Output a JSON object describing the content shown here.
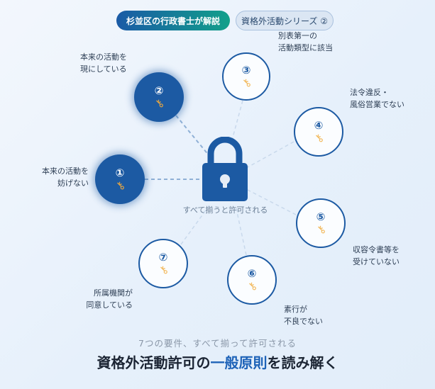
{
  "header": {
    "badge": "杉並区の行政書士が解説",
    "series": "資格外活動シリーズ ②"
  },
  "center": {
    "icon": "lock-icon",
    "caption": "すべて揃うと許可される"
  },
  "requirements": [
    {
      "num": "①",
      "lines": [
        "本来の活動を",
        "妨げない"
      ],
      "highlighted": true
    },
    {
      "num": "②",
      "lines": [
        "本来の活動を",
        "現にしている"
      ],
      "highlighted": true
    },
    {
      "num": "③",
      "lines": [
        "別表第一の",
        "活動類型に該当"
      ],
      "highlighted": false
    },
    {
      "num": "④",
      "lines": [
        "法令違反・",
        "風俗営業でない"
      ],
      "highlighted": false
    },
    {
      "num": "⑤",
      "lines": [
        "収容令書等を",
        "受けていない"
      ],
      "highlighted": false
    },
    {
      "num": "⑥",
      "lines": [
        "素行が",
        "不良でない"
      ],
      "highlighted": false
    },
    {
      "num": "⑦",
      "lines": [
        "所属機関が",
        "同意している"
      ],
      "highlighted": false
    }
  ],
  "key_icon": "key-icon",
  "footer": {
    "subtitle": "7つの要件、すべて揃って許可される",
    "title_pre": "資格外活動許可の",
    "title_hl": "一般原則",
    "title_post": "を読み解く"
  },
  "colors": {
    "primary": "#1c5aa3",
    "accent": "#1e63b8",
    "teal": "#12a08a",
    "key": "#e8a640"
  }
}
